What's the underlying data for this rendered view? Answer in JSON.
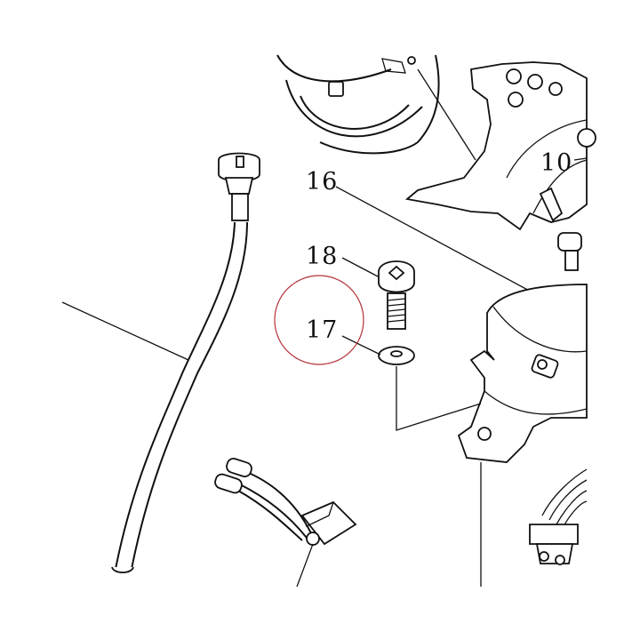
{
  "labels": {
    "part_10": "10",
    "part_16": "16",
    "part_17": "17",
    "part_18": "18"
  },
  "highlight_color": "#b5303a",
  "line_color": "#111111"
}
